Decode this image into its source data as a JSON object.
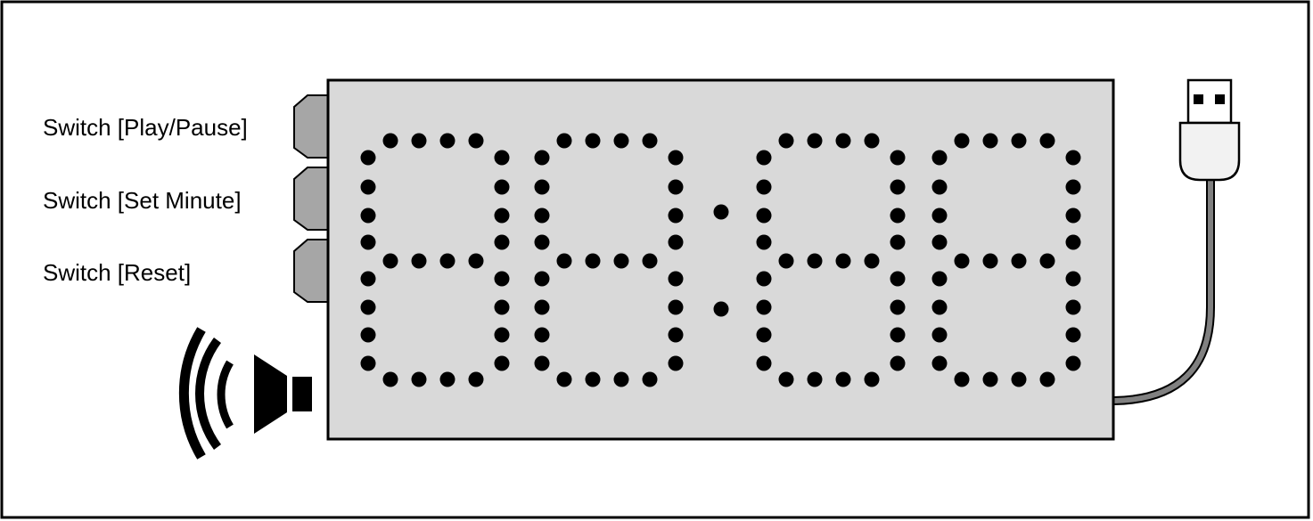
{
  "labels": {
    "play_pause": "Switch [Play/Pause]",
    "set_minute": "Switch [Set Minute]",
    "reset": "Switch [Reset]"
  },
  "display": {
    "digits": [
      "8",
      "8",
      "8",
      "8"
    ],
    "separator": ":"
  },
  "colors": {
    "panel": "#d9d9d9",
    "switch": "#a6a6a6",
    "dot": "#000000",
    "cable": "#808080",
    "usb_plug": "#f2f2f2"
  },
  "icons": {
    "speaker": "speaker-icon",
    "usb": "usb-plug-icon"
  }
}
